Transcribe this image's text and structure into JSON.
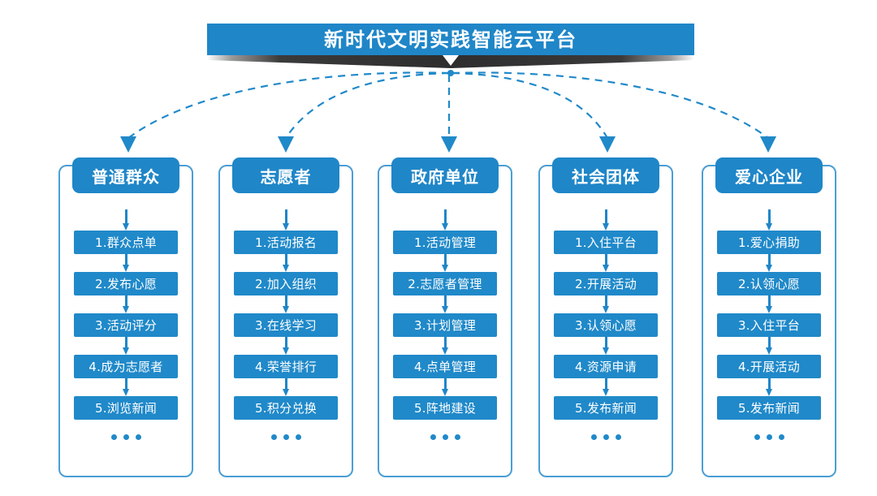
{
  "header": {
    "title": "新时代文明实践智能云平台",
    "banner_color": "#1f86c8",
    "ribbon_color": "#333333"
  },
  "theme": {
    "primary": "#1f86c8",
    "item": "#2089c9",
    "border": "#4a9ed4",
    "text_on_primary": "#ffffff",
    "background": "#ffffff"
  },
  "ellipsis": "...",
  "columns": [
    {
      "title": "普通群众",
      "items": [
        "1.群众点单",
        "2.发布心愿",
        "3.活动评分",
        "4.成为志愿者",
        "5.浏览新闻"
      ]
    },
    {
      "title": "志愿者",
      "items": [
        "1.活动报名",
        "2.加入组织",
        "3.在线学习",
        "4.荣誉排行",
        "5.积分兑换"
      ]
    },
    {
      "title": "政府单位",
      "items": [
        "1.活动管理",
        "2.志愿者管理",
        "3.计划管理",
        "4.点单管理",
        "5.阵地建设"
      ]
    },
    {
      "title": "社会团体",
      "items": [
        "1.入住平台",
        "2.开展活动",
        "3.认领心愿",
        "4.资源申请",
        "5.发布新闻"
      ]
    },
    {
      "title": "爱心企业",
      "items": [
        "1.爱心捐助",
        "2.认领心愿",
        "3.入住平台",
        "4.开展活动",
        "5.发布新闻"
      ]
    }
  ]
}
